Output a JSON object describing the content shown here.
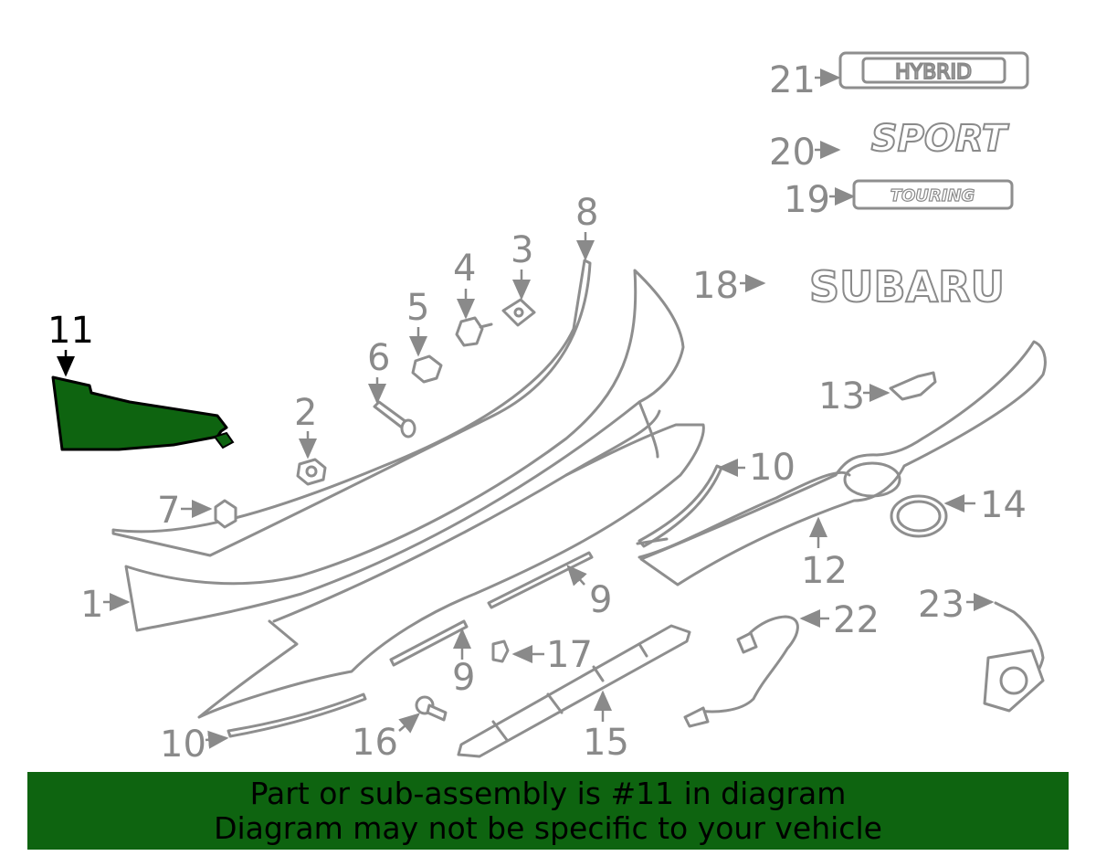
{
  "highlighted_part": "11",
  "callouts": {
    "c1": "1",
    "c2": "2",
    "c3": "3",
    "c4": "4",
    "c5": "5",
    "c6": "6",
    "c7": "7",
    "c8": "8",
    "c9a": "9",
    "c9b": "9",
    "c10a": "10",
    "c10b": "10",
    "c11": "11",
    "c12": "12",
    "c13": "13",
    "c14": "14",
    "c15": "15",
    "c16": "16",
    "c17": "17",
    "c18": "18",
    "c19": "19",
    "c20": "20",
    "c21": "21",
    "c22": "22",
    "c23": "23"
  },
  "emblems": {
    "hybrid": "HYBRID",
    "sport": "SPORT",
    "touring": "TOURING",
    "subaru": "SUBARU"
  },
  "banner": {
    "line1": "Part or sub-assembly is #11 in diagram",
    "line2": "Diagram may not be specific to your vehicle"
  },
  "colors": {
    "highlight": "#0e6410",
    "line_art": "#8e8e8e",
    "banner_bg": "#0e6410"
  }
}
